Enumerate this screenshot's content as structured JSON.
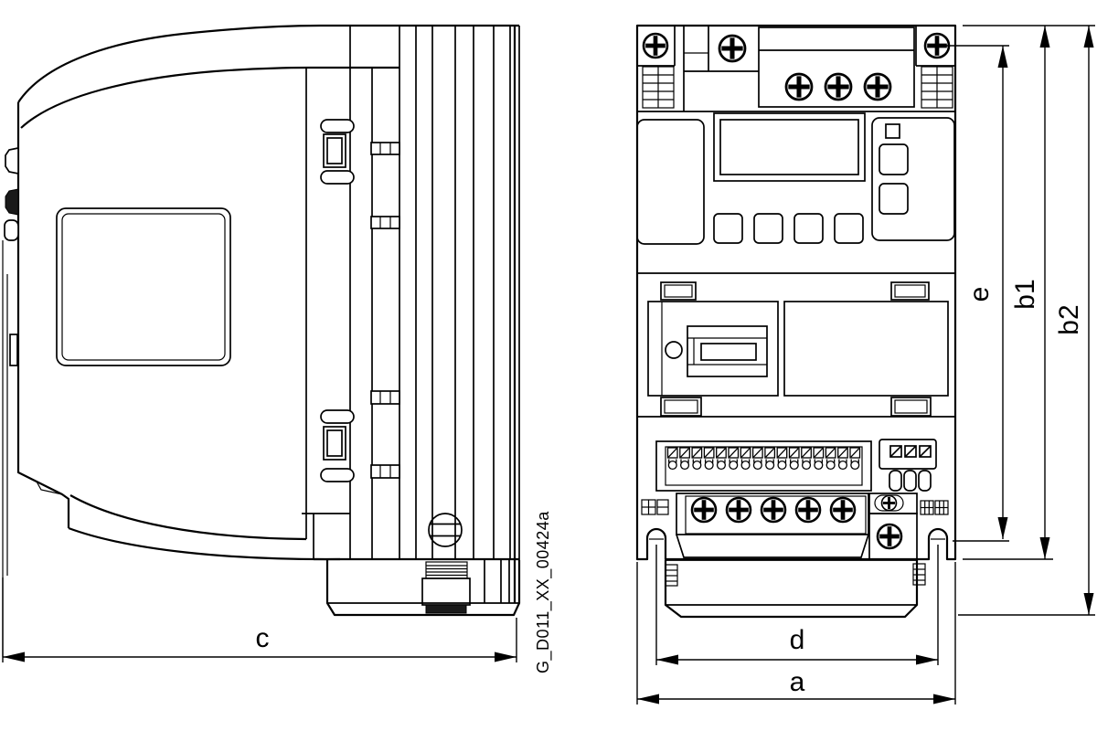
{
  "page": {
    "background": "#ffffff",
    "ink": "#000000",
    "description_visible_text_only": true
  },
  "labels": {
    "a": "a",
    "b1": "b1",
    "b2": "b2",
    "c": "c",
    "d": "d",
    "e": "e"
  },
  "drawing_number": "G_D011_XX_00424a"
}
